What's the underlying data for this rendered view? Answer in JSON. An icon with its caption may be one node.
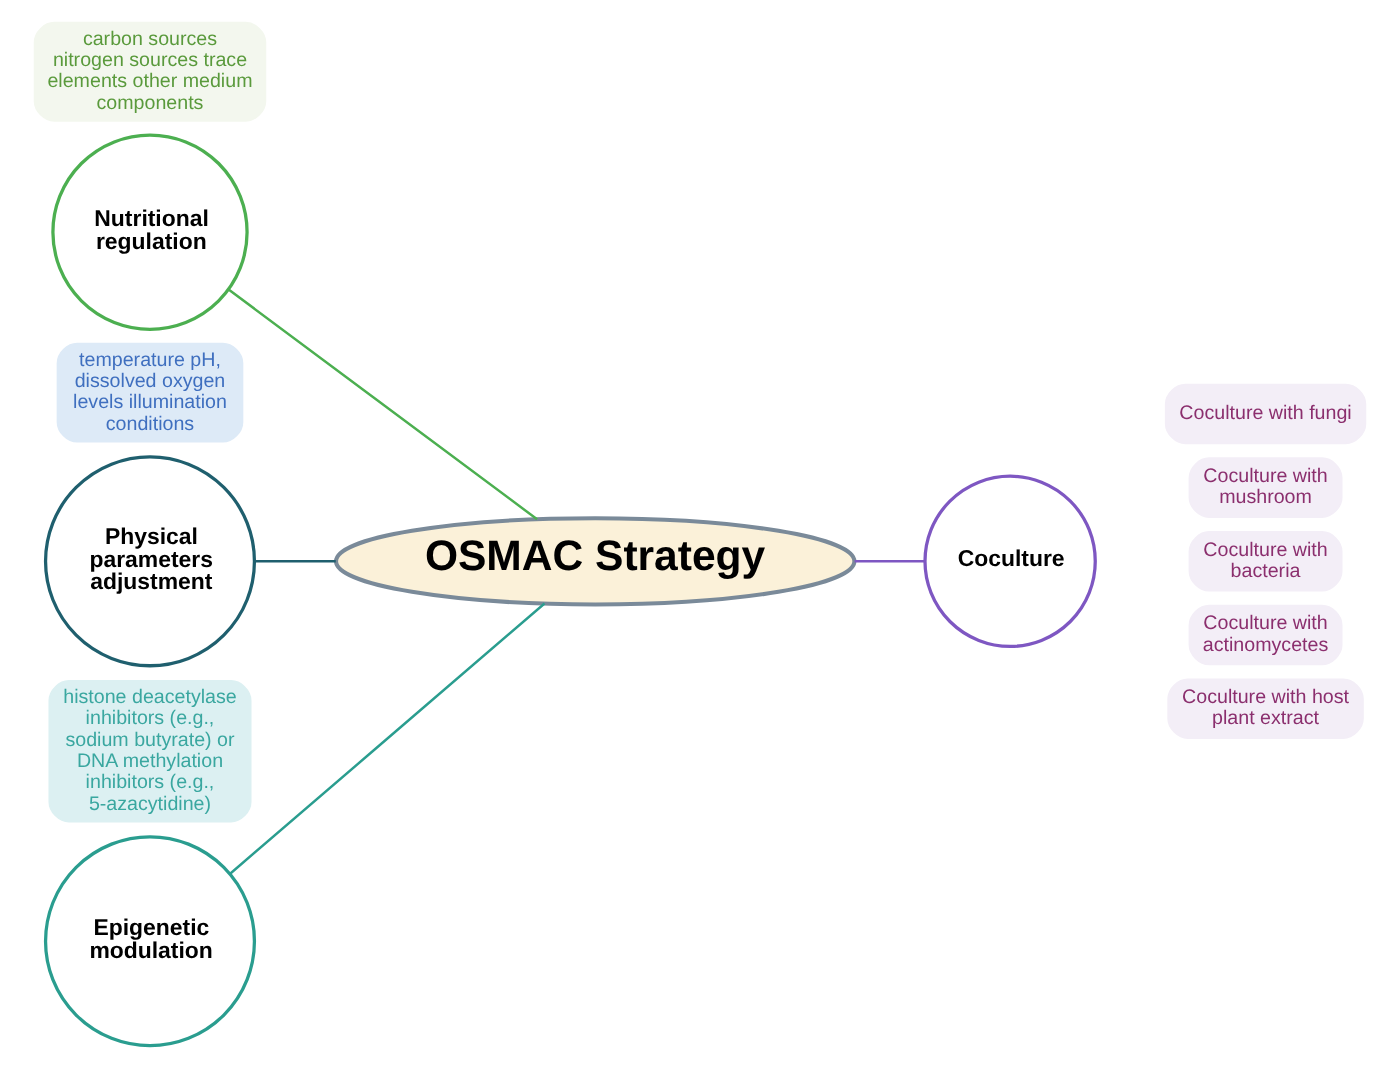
{
  "diagram": {
    "nodes": [
      {
        "text": [
          "OSMAC Strategy"
        ]
      },
      {
        "text": [
          "Nutritional regulation"
        ],
        "beside": [
          "carbon sources nitrogen sources trace elements other medium components"
        ]
      },
      {
        "text": [
          "Physical parameters adjustment"
        ],
        "beside": [
          "temperature pH, dissolved oxygen levels illumination conditions"
        ]
      },
      {
        "text": [
          "Epigenetic modulation"
        ],
        "beside": [
          "histone deacetylase inhibitors (e.g., sodium butyrate) or DNA methylation inhibitors (e.g., 5-azacytidine)"
        ]
      },
      {
        "text": [
          "Coculture"
        ]
      }
    ],
    "edges": [
      {
        "from": 3,
        "to": 0,
        "arrow": "none",
        "color": "#2a9d8f"
      },
      {
        "from": 2,
        "to": 0,
        "arrow": "none",
        "color": "#1f5f6e"
      },
      {
        "from": 1,
        "to": 0,
        "arrow": "none",
        "color": "#4caf50"
      },
      {
        "from": 0,
        "to": 4,
        "arrow": "none",
        "color": "#7e57c2"
      }
    ],
    "labels": [
      "Coculture with fungi",
      "Coculture with mushroom",
      "Coculture with bacteria",
      "Coculture with actinomycetes",
      "Coculture with host plant extract"
    ]
  }
}
